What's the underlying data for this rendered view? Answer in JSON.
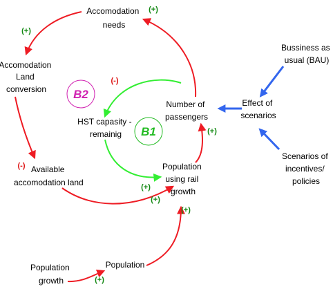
{
  "colors": {
    "reinforcing": "#ee1c24",
    "balancing": "#33ee33",
    "scenario": "#3366ee",
    "positive_sign": "#118811",
    "negative_sign": "#dd1111",
    "b2_label": "#d020b0",
    "b1_label": "#22bb22"
  },
  "nodes": {
    "accom_needs": [
      "Accomodation",
      "needs"
    ],
    "land_conversion": [
      "Accomodation",
      "Land",
      "conversion"
    ],
    "available_land": [
      "Available",
      "accomodation land"
    ],
    "hst_capacity": [
      "HST capasity -",
      "remainig"
    ],
    "passengers": [
      "Number of",
      "passengers"
    ],
    "pop_rail": [
      "Population",
      "using rail",
      "growth"
    ],
    "effect": [
      "Effect of",
      "scenarios"
    ],
    "bau": [
      "Bussiness as",
      "usual (BAU)"
    ],
    "incentives": [
      "Scenarios of",
      "incentives/",
      "policies"
    ],
    "population": [
      "Population"
    ],
    "pop_growth": [
      "Population",
      "growth"
    ]
  },
  "loops": {
    "b2": "B2",
    "b1": "B1"
  },
  "signs": {
    "needs_top": "(+)",
    "conversion_top": "(+)",
    "land_minus": "(-)",
    "hst_minus": "(-)",
    "passengers_plus": "(+)",
    "rail_left": "(+)",
    "rail_below": "(+)",
    "population_plus": "(+)",
    "growth_plus": "(+)"
  }
}
